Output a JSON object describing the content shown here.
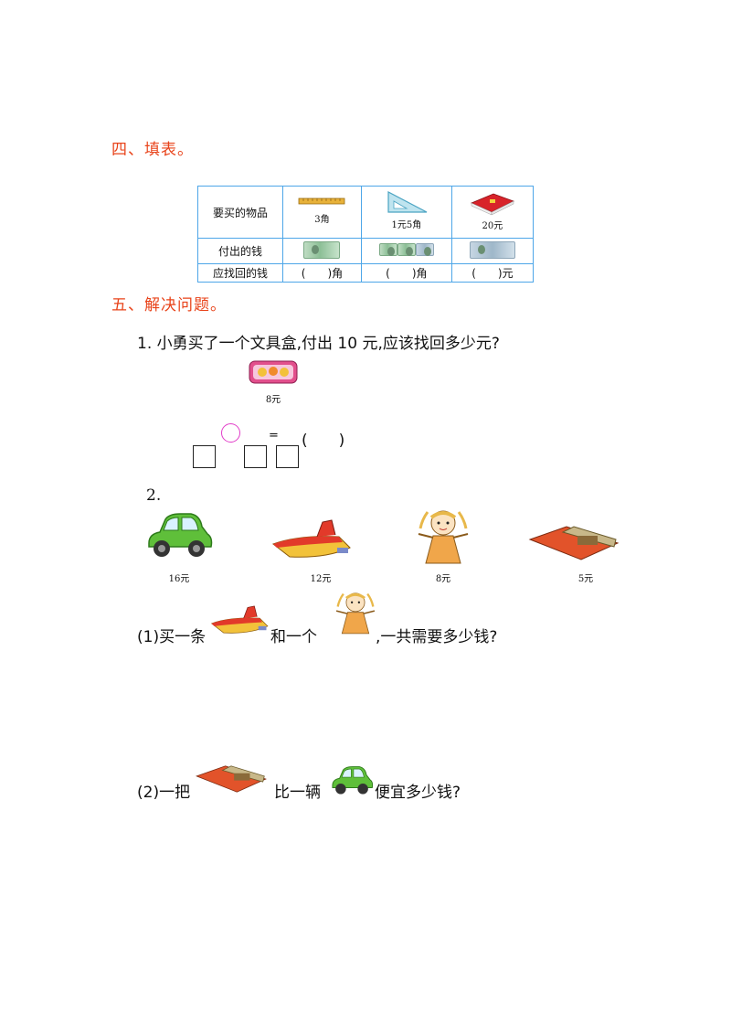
{
  "section4": {
    "title": "四、填表。",
    "table": {
      "row_labels": [
        "要买的物品",
        "付出的钱",
        "应找回的钱"
      ],
      "item_prices": [
        "3角",
        "1元5角",
        "20元"
      ],
      "answers": [
        "(　　)角",
        "(　　)角",
        "(　　)元"
      ]
    }
  },
  "section5": {
    "title": "五、解决问题。",
    "q1": {
      "text": "1. 小勇买了一个文具盒,付出 10 元,应该找回多少元?",
      "price": "8元",
      "equals": "=",
      "answer": "(　　)"
    },
    "q2": {
      "number": "2.",
      "items": [
        {
          "name": "car",
          "price": "16元"
        },
        {
          "name": "boat",
          "price": "12元"
        },
        {
          "name": "doll",
          "price": "8元"
        },
        {
          "name": "stapler",
          "price": "5元"
        }
      ],
      "sub1": {
        "prefix": "(1)买一条",
        "middle": "和一个",
        "suffix": ",一共需要多少钱?"
      },
      "sub2": {
        "prefix": "(2)一把",
        "middle": "比一辆",
        "suffix": "便宜多少钱?"
      }
    }
  },
  "colors": {
    "heading": "#e8431a",
    "table_border": "#4da6e8",
    "circle": "#e23ec9"
  }
}
